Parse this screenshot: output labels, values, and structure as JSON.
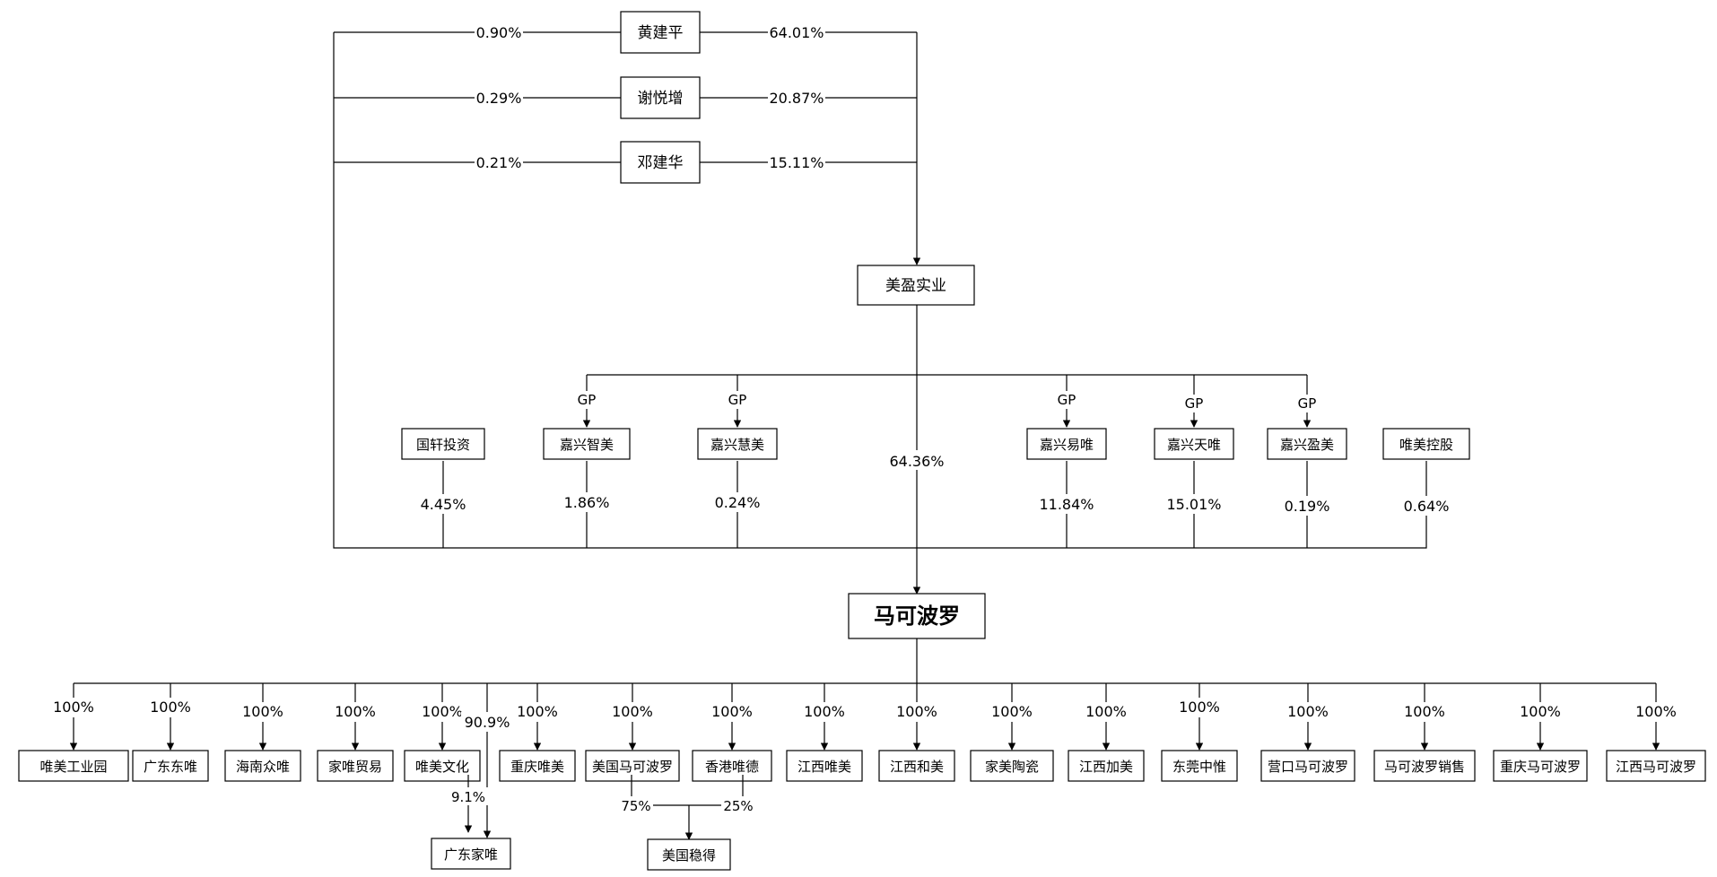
{
  "top_holders": [
    {
      "name": "黄建平",
      "direct_pct": "0.90%",
      "meiying_pct": "64.01%"
    },
    {
      "name": "谢悦增",
      "direct_pct": "0.29%",
      "meiying_pct": "20.87%"
    },
    {
      "name": "邓建华",
      "direct_pct": "0.21%",
      "meiying_pct": "15.11%"
    }
  ],
  "meiying": {
    "name": "美盈实业",
    "direct_pct": "64.36%"
  },
  "gp_label": "GP",
  "mid_holders": [
    {
      "name": "国轩投资",
      "pct": "4.45%",
      "gp": false
    },
    {
      "name": "嘉兴智美",
      "pct": "1.86%",
      "gp": true
    },
    {
      "name": "嘉兴慧美",
      "pct": "0.24%",
      "gp": true
    },
    {
      "name": "嘉兴易唯",
      "pct": "11.84%",
      "gp": true
    },
    {
      "name": "嘉兴天唯",
      "pct": "15.01%",
      "gp": true
    },
    {
      "name": "嘉兴盈美",
      "pct": "0.19%",
      "gp": true
    },
    {
      "name": "唯美控股",
      "pct": "0.64%",
      "gp": false
    }
  ],
  "main": {
    "name": "马可波罗"
  },
  "subsidiaries": [
    {
      "name": "唯美工业园",
      "pct": "100%"
    },
    {
      "name": "广东东唯",
      "pct": "100%"
    },
    {
      "name": "海南众唯",
      "pct": "100%"
    },
    {
      "name": "家唯贸易",
      "pct": "100%"
    },
    {
      "name": "唯美文化",
      "pct": "100%"
    },
    {
      "name": "重庆唯美",
      "pct": "100%"
    },
    {
      "name": "美国马可波罗",
      "pct": "100%"
    },
    {
      "name": "香港唯德",
      "pct": "100%"
    },
    {
      "name": "江西唯美",
      "pct": "100%"
    },
    {
      "name": "江西和美",
      "pct": "100%"
    },
    {
      "name": "家美陶瓷",
      "pct": "100%"
    },
    {
      "name": "江西加美",
      "pct": "100%"
    },
    {
      "name": "东莞中惟",
      "pct": "100%"
    },
    {
      "name": "营口马可波罗",
      "pct": "100%"
    },
    {
      "name": "马可波罗销售",
      "pct": "100%"
    },
    {
      "name": "重庆马可波罗",
      "pct": "100%"
    },
    {
      "name": "江西马可波罗",
      "pct": "100%"
    }
  ],
  "guangdong_jiawei": {
    "name": "广东家唯",
    "pct_from_main": "90.9%",
    "pct_from_culture": "9.1%"
  },
  "us_wende": {
    "name": "美国稳得",
    "pct_from_us_mp": "75%",
    "pct_from_hk": "25%"
  }
}
